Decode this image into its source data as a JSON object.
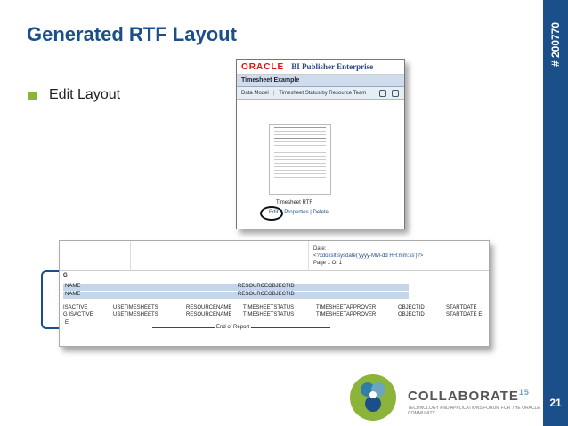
{
  "slide": {
    "title": "Generated RTF Layout",
    "bullet": "Edit Layout",
    "slide_number": "21",
    "tag": "# 200770"
  },
  "bip": {
    "brand": "ORACLE",
    "product": "BI Publisher Enterprise",
    "tab": "Timesheet Example",
    "nav": [
      "Data Model",
      "Timesheet Status by Resource Team"
    ],
    "layout_name": "Timesheet RTF",
    "actions": [
      "Edit",
      "Properties",
      "Delete"
    ]
  },
  "rtf": {
    "date_label": "Date:",
    "date_field": "<?xdoxslt:sysdate('yyyy-MM-dd HH:mm:ss')?>",
    "page": "Page 1 Of 1",
    "g": "G",
    "e": "E",
    "name_rows": [
      [
        "NAME",
        "RESOURCEOBJECTID"
      ],
      [
        "NAME",
        "RESOURCEOBJECTID"
      ]
    ],
    "detail_rows": [
      [
        "ISACTIVE",
        "USETIMESHEETS",
        "RESOURCENAME",
        "TIMESHEETSTATUS",
        "TIMESHEETAPPROVER",
        "OBJECTID",
        "STARTDATE"
      ],
      [
        "G ISACTIVE",
        "USETIMESHEETS",
        "RESOURCENAME",
        "TIMESHEETSTATUS",
        "TIMESHEETAPPROVER",
        "OBJECTID",
        "STARTDATE E"
      ]
    ],
    "end_text": "End of Report"
  },
  "footer": {
    "logo_text": "COLLABORATE",
    "logo_year": "15",
    "tagline": "TECHNOLOGY AND APPLICATIONS FORUM FOR THE ORACLE COMMUNITY"
  },
  "colors": {
    "brand_blue": "#1b4f8a",
    "bullet_green": "#8cb43a",
    "band_blue": "#c6d6ea"
  }
}
